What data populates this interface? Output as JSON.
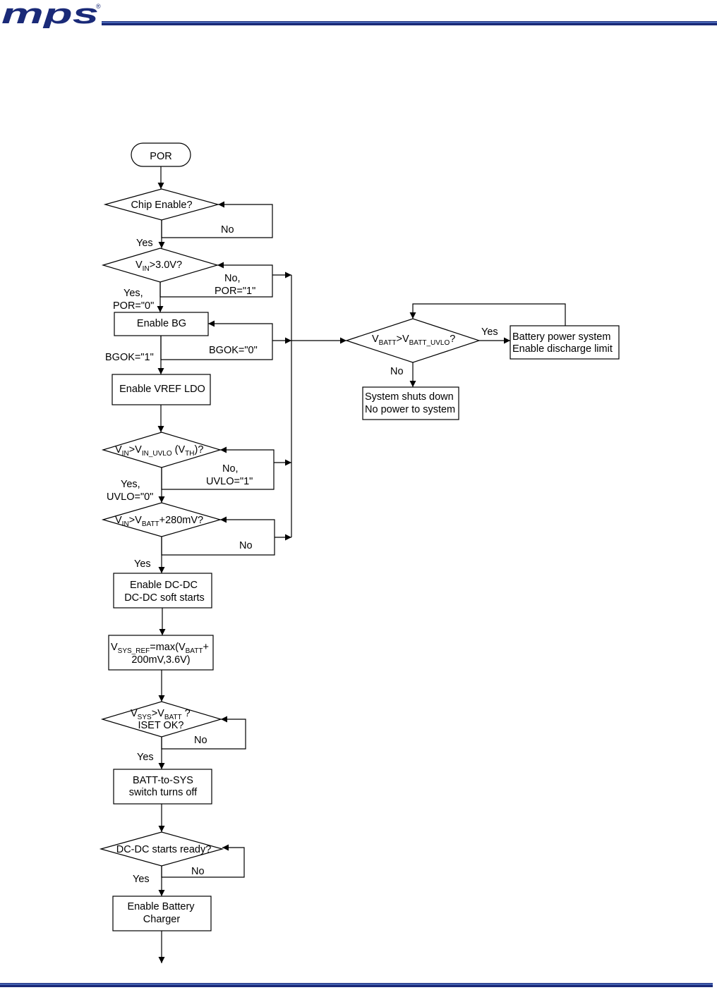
{
  "header": {
    "logo_text": "mps",
    "logo_mark": "®"
  },
  "flow": {
    "start": "POR",
    "chip_enable": {
      "q": "Chip Enable?",
      "yes": "Yes",
      "no": "No"
    },
    "vin_check": {
      "v": "V",
      "sub": "IN",
      "rest": ">3.0V?",
      "no1": "No,",
      "no2": "POR=\"1\"",
      "yes1": "Yes,",
      "yes2": "POR=\"0\""
    },
    "enable_bg": {
      "label": "Enable BG",
      "no": "BGOK=\"0\"",
      "yes": "BGOK=\"1\""
    },
    "vref_ldo": "Enable VREF LDO",
    "uvlo_check": {
      "v1": "V",
      "s1": "IN",
      "gt": ">V",
      "s2": "IN_UVLO",
      "mid": " (V",
      "s3": "TH",
      "end": ")?",
      "no1": "No,",
      "no2": "UVLO=\"1\"",
      "yes1": "Yes,",
      "yes2": "UVLO=\"0\""
    },
    "vbatt_check": {
      "v1": "V",
      "s1": "IN",
      "gt": ">V",
      "s2": "BATT",
      "end": "+280mV?",
      "no": "No",
      "yes": "Yes"
    },
    "dcdc": {
      "line1": "Enable DC-DC",
      "line2": "DC-DC soft starts"
    },
    "vsys_ref": {
      "v": "V",
      "s1": "SYS_REF",
      "eq": "=max(V",
      "s2": "BATT",
      "end": "+",
      "line2": "200mV,3.6V)"
    },
    "vsys_check": {
      "v1": "V",
      "s1": "SYS",
      "gt": ">V",
      "s2": "BATT",
      "end": " ?",
      "line2": "ISET OK?",
      "no": "No",
      "yes": "Yes"
    },
    "batt_sys": {
      "line1": "BATT-to-SYS",
      "line2": "switch turns off"
    },
    "dcdc_ready": {
      "q": "DC-DC starts ready?",
      "no": "No",
      "yes": "Yes"
    },
    "charger": {
      "line1": "Enable Battery",
      "line2": "Charger"
    },
    "batt_uvlo": {
      "v1": "V",
      "s1": "BATT",
      "gt": ">V",
      "s2": "BATT_UVLO",
      "end": "?",
      "yes": "Yes",
      "no": "No"
    },
    "battery_power": {
      "line1": "Battery power system",
      "line2": "Enable discharge limit"
    },
    "shutdown": {
      "line1": "System shuts down",
      "line2": "No power to system"
    }
  },
  "colors": {
    "navy": "#1a2a78",
    "bar_blue": "#5578c8"
  }
}
